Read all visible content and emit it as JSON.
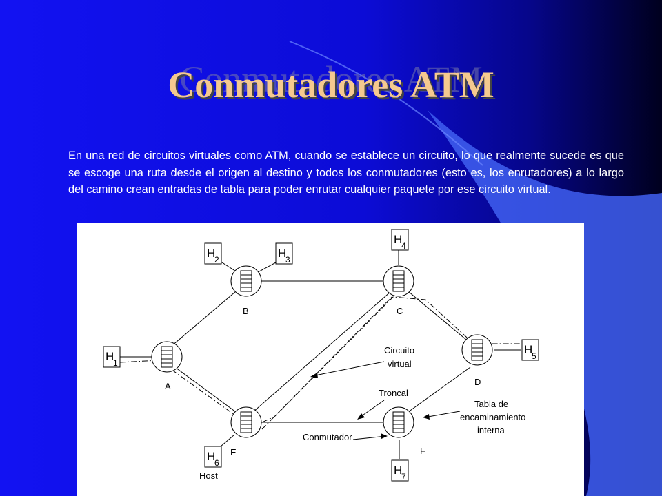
{
  "slide": {
    "title": "Conmutadores ATM",
    "body": "En una red de circuitos virtuales como ATM, cuando se establece un circuito, lo que realmente sucede es que se escoge una ruta desde el origen al destino y todos los conmutadores (esto es, los enrutadores) a lo largo del camino crean entradas de tabla para poder enrutar cualquier paquete por ese circuito virtual."
  },
  "diagram": {
    "nodes": [
      "A",
      "B",
      "C",
      "D",
      "E",
      "F"
    ],
    "hosts": [
      {
        "letter": "H",
        "sub": "1"
      },
      {
        "letter": "H",
        "sub": "2"
      },
      {
        "letter": "H",
        "sub": "3"
      },
      {
        "letter": "H",
        "sub": "4"
      },
      {
        "letter": "H",
        "sub": "5"
      },
      {
        "letter": "H",
        "sub": "6"
      },
      {
        "letter": "H",
        "sub": "7"
      }
    ],
    "annotations": {
      "circuit": [
        "Circuito",
        "virtual"
      ],
      "trunk": "Troncal",
      "switch": "Conmutador",
      "table": [
        "Tabla de",
        "encaminamiento",
        "interna"
      ],
      "host": "Host"
    }
  },
  "colors": {
    "background_left": "#1010ee",
    "background_right": "#000030",
    "accent_wave": "#4d6cf0",
    "title": "#f5c98f",
    "text": "#ffffff"
  }
}
